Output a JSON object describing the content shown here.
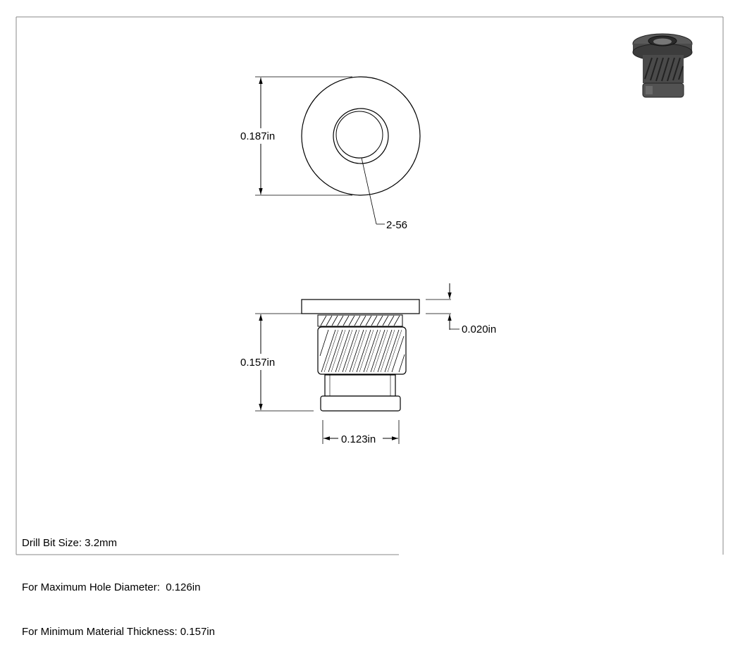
{
  "top_view": {
    "height_dim": "0.187in",
    "thread_callout": "2-56"
  },
  "side_view": {
    "flange_dim": "0.020in",
    "length_dim": "0.157in",
    "diameter_dim": "0.123in"
  },
  "notes": {
    "drill_bit": "Drill Bit Size: 3.2mm",
    "max_hole": "For Maximum Hole Diameter:  0.126in",
    "min_thickness": "For Minimum Material Thickness: 0.157in"
  },
  "colors": {
    "line": "#000000",
    "frame": "#8a8a8a",
    "iso_body": "#4a4a4a"
  }
}
